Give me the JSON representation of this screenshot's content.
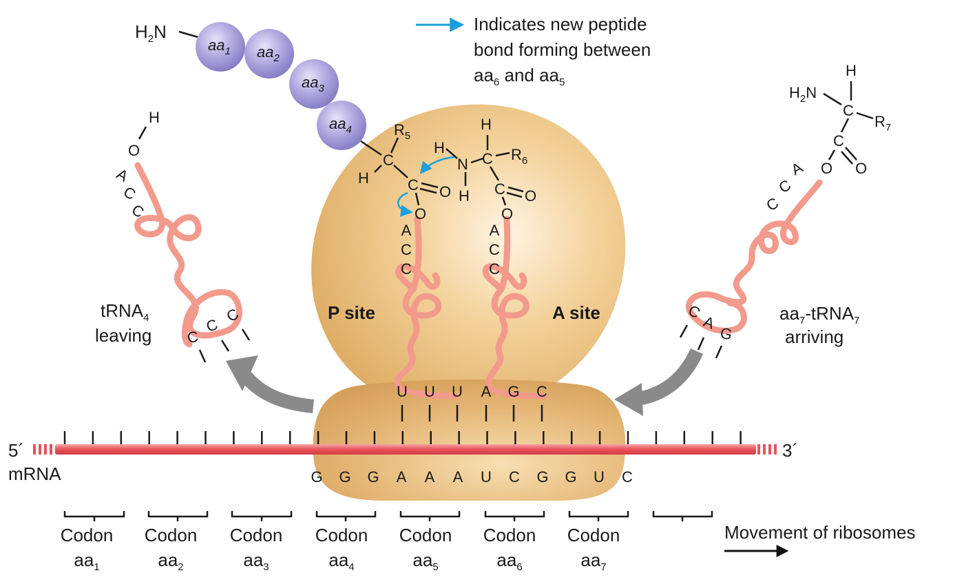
{
  "legend": {
    "line1": "Indicates new peptide",
    "line2": "bond forming between",
    "line3_a": "aa",
    "line3_sub1": "6",
    "line3_b": " and aa",
    "line3_sub2": "5"
  },
  "peptide": {
    "amine": "H",
    "amine_sub": "2",
    "amine_n": "N",
    "residues": [
      {
        "label": "aa",
        "sub": "1"
      },
      {
        "label": "aa",
        "sub": "2"
      },
      {
        "label": "aa",
        "sub": "3"
      },
      {
        "label": "aa",
        "sub": "4"
      }
    ]
  },
  "ribosome": {
    "p_site": "P site",
    "a_site": "A site",
    "p_anticodon": [
      "U",
      "U",
      "U"
    ],
    "a_anticodon": [
      "A",
      "G",
      "C"
    ]
  },
  "mrna": {
    "five_prime": "5´",
    "three_prime": "3´",
    "label": "mRNA",
    "bases": [
      "G",
      "G",
      "G",
      "A",
      "A",
      "A",
      "U",
      "C",
      "G",
      "G",
      "U",
      "C"
    ]
  },
  "trna_leaving": {
    "line1": "tRNA",
    "line1_sub": "4",
    "line2": "leaving",
    "anticodon": [
      "C",
      "C",
      "C"
    ],
    "acceptor": [
      "A",
      "C",
      "C"
    ],
    "oh_o": "O",
    "oh_h": "H"
  },
  "trna_arriving": {
    "line1_a": "aa",
    "line1_sub1": "7",
    "line1_b": "-tRNA",
    "line1_sub2": "7",
    "line2": "arriving",
    "anticodon": [
      "C",
      "A",
      "G"
    ],
    "acceptor": [
      "A",
      "C",
      "C"
    ]
  },
  "chem": {
    "H": "H",
    "C": "C",
    "O": "O",
    "N": "N",
    "R": "R",
    "H2N": "H",
    "sub2": "2",
    "sub5": "5",
    "sub6": "6",
    "sub7": "7",
    "ACC": [
      "A",
      "C",
      "C"
    ]
  },
  "codons": [
    {
      "word": "Codon",
      "aa": "aa",
      "sub": "1"
    },
    {
      "word": "Codon",
      "aa": "aa",
      "sub": "2"
    },
    {
      "word": "Codon",
      "aa": "aa",
      "sub": "3"
    },
    {
      "word": "Codon",
      "aa": "aa",
      "sub": "4"
    },
    {
      "word": "Codon",
      "aa": "aa",
      "sub": "5"
    },
    {
      "word": "Codon",
      "aa": "aa",
      "sub": "6"
    },
    {
      "word": "Codon",
      "aa": "aa",
      "sub": "7"
    }
  ],
  "movement_label": "Movement of ribosomes",
  "colors": {
    "ribosome_large": "#edc27e",
    "ribosome_small": "#e0b272",
    "mrna": "#e8525a",
    "trna": "#f29a8c",
    "residue": "#a89fd8",
    "arrow_gray": "#8a8a8a",
    "legend_arrow": "#1aa0dc"
  }
}
